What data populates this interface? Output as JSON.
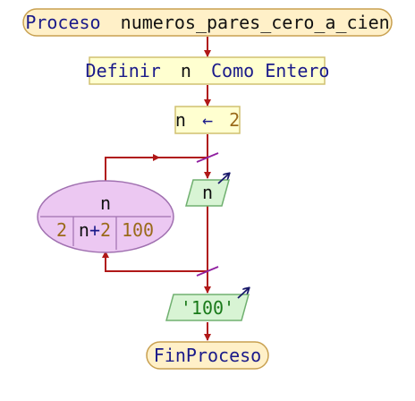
{
  "colors": {
    "terminal_fill": "#fff0c8",
    "terminal_stroke": "#c8a050",
    "process_fill": "#ffffd0",
    "process_stroke": "#d0c070",
    "io_fill": "#d8f4d4",
    "io_stroke": "#70b070",
    "loop_fill": "#ecc8f2",
    "loop_stroke": "#a070b0",
    "arrow": "#b01818",
    "loop_marker": "#9020a0",
    "io_arrow": "#1a1a6a",
    "keyword": "#1a1a8a",
    "number": "#9a6a1a",
    "string": "#1a7a1a"
  },
  "nodes": {
    "start": {
      "keyword": "Proceso",
      "name": "numeros_pares_cero_a_cien"
    },
    "define": {
      "keyword": "Definir",
      "var": "n",
      "keyword2": "Como Entero"
    },
    "assign": {
      "var": "n",
      "arrow": "←",
      "value": "2"
    },
    "loop": {
      "var": "n",
      "start": "2",
      "step_var": "n",
      "step_op": "+",
      "step_num": "2",
      "end": "100"
    },
    "write": {
      "text": "n"
    },
    "write2": {
      "text": "'100'"
    },
    "end": {
      "keyword": "FinProceso"
    }
  }
}
